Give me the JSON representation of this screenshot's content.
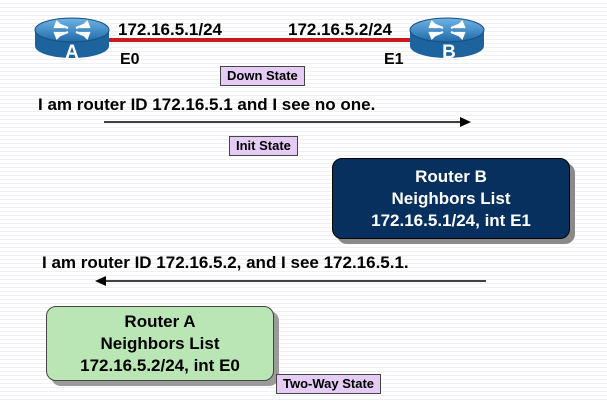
{
  "routers": {
    "a": {
      "label": "A",
      "address": "172.16.5.1/24",
      "interface": "E0"
    },
    "b": {
      "label": "B",
      "address": "172.16.5.2/24",
      "interface": "E1"
    }
  },
  "states": {
    "down": "Down State",
    "init": "Init State",
    "two_way": "Two-Way State"
  },
  "messages": {
    "hello_a": "I am router ID 172.16.5.1 and I see  no one.",
    "hello_b": "I am router ID 172.16.5.2, and I see 172.16.5.1."
  },
  "neighbor_tables": {
    "router_b": {
      "title": "Router B",
      "subtitle": "Neighbors List",
      "entry": "172.16.5.1/24, int E1"
    },
    "router_a": {
      "title": "Router A",
      "subtitle": "Neighbors List",
      "entry": "172.16.5.2/24, int E0"
    }
  },
  "colors": {
    "router": "#3d8ec9",
    "link": "#cc1a1a",
    "state_bg": "#e4ccf4",
    "box_b": "#07305e",
    "box_a": "#b9e6b4"
  }
}
